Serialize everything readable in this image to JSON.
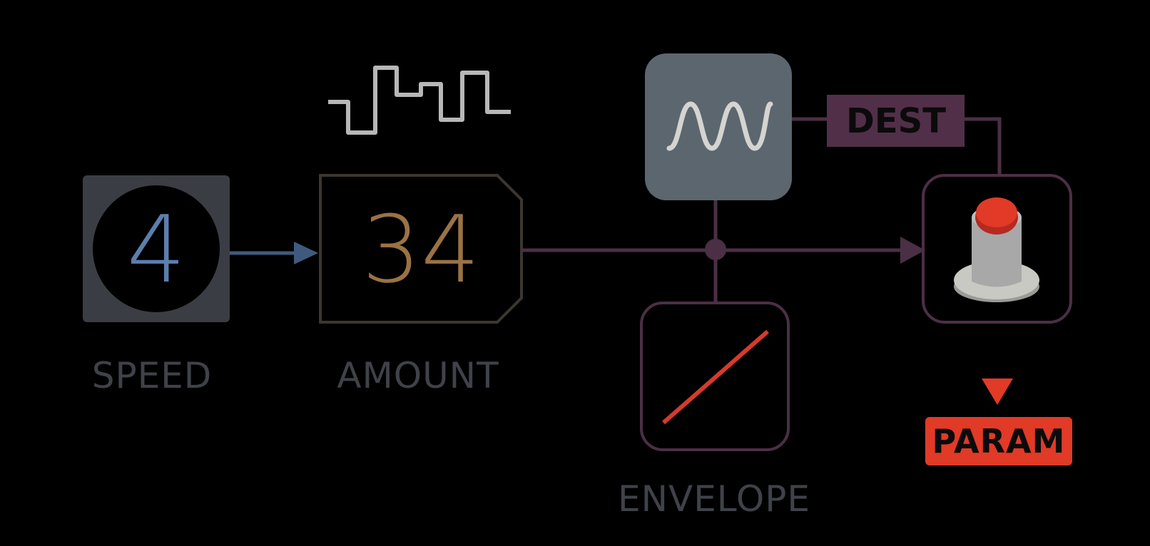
{
  "nodes": {
    "speed": {
      "value": "4",
      "label": "SPEED"
    },
    "amount": {
      "value": "34",
      "label": "AMOUNT"
    },
    "lfo": {
      "icon": "sine-wave-icon"
    },
    "envelope": {
      "label": "ENVELOPE",
      "icon": "ramp-line-icon"
    },
    "dest": {
      "label": "DEST"
    },
    "knob": {
      "icon": "knob-icon"
    },
    "param": {
      "label": "PARAM"
    },
    "square_wave": {
      "icon": "square-wave-icon"
    }
  },
  "colors": {
    "background": "#000000",
    "speed_accent": "#5b7fae",
    "amount_accent": "#9a7245",
    "patch_line": "#4b2f45",
    "label_gray": "#3f4248",
    "lfo_fill": "#5b666f",
    "param_red": "#e13a27"
  }
}
